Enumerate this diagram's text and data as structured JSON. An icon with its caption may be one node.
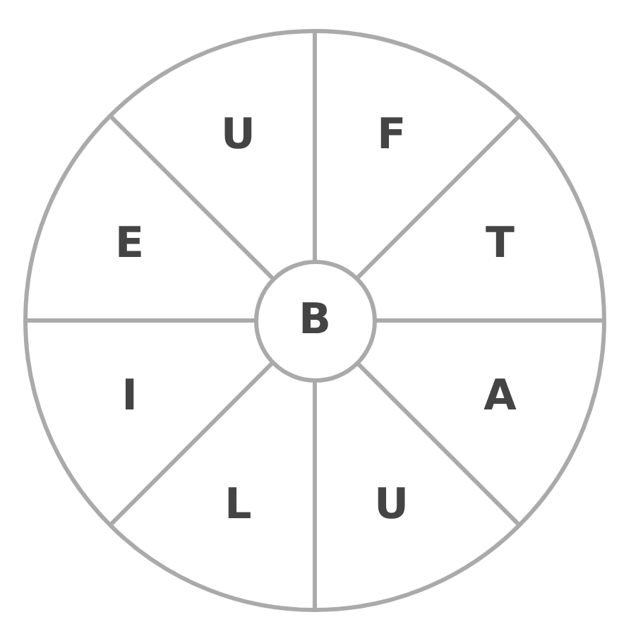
{
  "diagram": {
    "nodes": [
      {
        "text": [
          "U"
        ]
      },
      {
        "text": [
          "F"
        ]
      },
      {
        "text": [
          "T"
        ]
      },
      {
        "text": [
          "A"
        ]
      },
      {
        "text": [
          "U"
        ]
      },
      {
        "text": [
          "L"
        ]
      },
      {
        "text": [
          "I"
        ]
      },
      {
        "text": [
          "E"
        ]
      },
      {
        "text": [
          "B"
        ]
      }
    ]
  }
}
